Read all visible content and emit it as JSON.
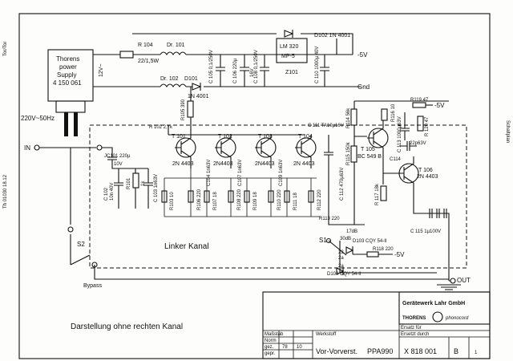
{
  "power_supply": {
    "line1": "Thorens",
    "line2": "power",
    "line3": "Supply",
    "line4": "4 150 061",
    "mains": "220V~50Hz",
    "out_voltage": "12V~"
  },
  "top_rail": {
    "r104": "R 104",
    "r104_val": "22/1,5W",
    "dr101": "Dr. 101",
    "dr102": "Dr. 102",
    "d101": "D101",
    "d101_type": "1N 4001",
    "d102": "D102 1N 4001",
    "reg_name": "LM 320",
    "reg_type": "MP-5",
    "z101": "Z101",
    "c105": "C 105 0,1/250V",
    "c106": "C 106 220µ",
    "c106b": "16V",
    "c108": "C 108 0,1/250V",
    "c110": "C 110 1000µ 40V",
    "neg5v": "-5V",
    "gnd": "Gnd"
  },
  "input_section": {
    "in_label": "IN",
    "jc101": "JC101 220µ",
    "jc101_v": "10V",
    "c102": "C 102",
    "c102_v": "10n 40V",
    "r101": "R101",
    "r101_v": "1k",
    "c103": "C 103 1n63V",
    "s2": "S2",
    "bypass": "Bypass"
  },
  "transistors": {
    "t101": "T 101",
    "t101_type": "2N 4403",
    "t102": "T 102",
    "t102_type": "2N4403",
    "t103": "T 103",
    "t103_type": "2N4403",
    "t104": "T 104",
    "t104_type": "2N 4403",
    "t105": "T 105",
    "t105_type": "BC 549 B",
    "t106": "T 106",
    "t106_type": "2N 4403"
  },
  "stage_parts": {
    "r102": "R 102 2,7k",
    "r105": "R105 390",
    "r103": "R103 10",
    "r106": "R106 220",
    "c104": "C104 1n63V",
    "r107": "R107 18",
    "r108": "R108 220",
    "c107": "C107 1n63V",
    "r109": "R109 18",
    "r110": "R110 220",
    "c109": "C109 1n63V",
    "r111": "R111 18",
    "r112": "R112 220",
    "c111": "C 111 TA10µ16V",
    "c112": "C 112 470µ63V",
    "r114": "R114 56k",
    "r115": "R115 150k",
    "r116": "R116 10",
    "r119": "R119 47",
    "r120": "R 120 47",
    "c113": "C 113 1000µ63V",
    "c114": "C114",
    "c114_v": "22p63V",
    "r117": "R 117 18k",
    "c115": "C 115 1µ100V",
    "r113": "R113 220",
    "db17": "17dB",
    "db30": "30dB",
    "s1": "S1",
    "d103": "D103 CQY 54-II",
    "d104": "D104 CQY 54-II",
    "r118": "R118 220",
    "neg5v_out": "-5V",
    "out": "OUT",
    "pos_a": "2a",
    "pos_b": "2a",
    "pos_c": "22"
  },
  "labels": {
    "left_channel": "Linker Kanal",
    "caption": "Darstellung ohne rechten Kanal"
  },
  "title_block": {
    "company": "Gerätewerk Lahr GmbH",
    "brand": "THORENS",
    "brand2": "phonocord",
    "maßstab": "Maßstab",
    "werkstoff": "Werkstoff",
    "ersatz_fur": "Ersatz für",
    "ersetzt_durch": "Ersetzt durch",
    "gez": "gez.",
    "gepr": "gepr.",
    "norm": "Norm",
    "date1": "78",
    "date2": "10",
    "name": "Vor-Vorverst.",
    "model": "PPA990",
    "number": "X 818 001",
    "rev": "B",
    "sheet": "1"
  },
  "margin_text": {
    "left_top": "Tor/Tor",
    "left_mid": "Th 01030 18.12",
    "right_side": "Schaltplan"
  }
}
